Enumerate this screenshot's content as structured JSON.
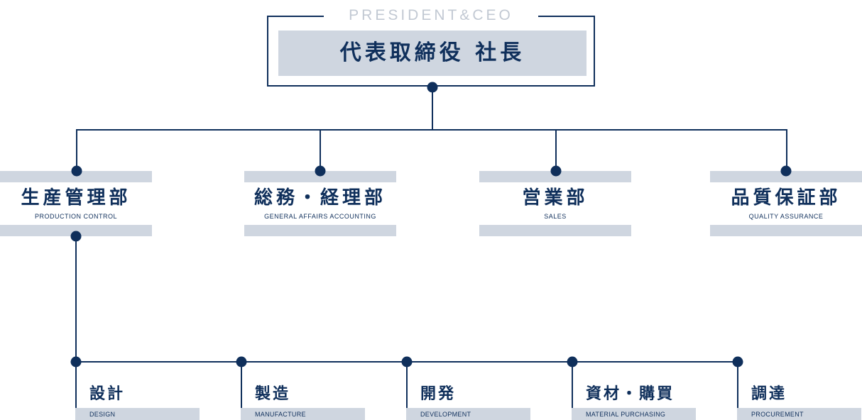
{
  "ceo": {
    "label_en": "PRESIDENT&CEO",
    "title": "代表取締役 社長"
  },
  "departments": [
    {
      "name": "生産管理部",
      "name_en": "PRODUCTION CONTROL"
    },
    {
      "name": "総務・経理部",
      "name_en": "GENERAL AFFAIRS ACCOUNTING"
    },
    {
      "name": "営業部",
      "name_en": "SALES"
    },
    {
      "name": "品質保証部",
      "name_en": "QUALITY ASSURANCE"
    }
  ],
  "sub_departments": [
    {
      "name": "設計",
      "name_en": "DESIGN"
    },
    {
      "name": "製造",
      "name_en": "MANUFACTURE"
    },
    {
      "name": "開発",
      "name_en": "DEVELOPMENT"
    },
    {
      "name": "資材・購買",
      "name_en": "MATERIAL PURCHASING"
    },
    {
      "name": "調達",
      "name_en": "PROCUREMENT"
    }
  ],
  "colors": {
    "primary": "#0f2f5b",
    "box_fill": "#cfd6e0",
    "muted_text": "#c2c9d3"
  }
}
